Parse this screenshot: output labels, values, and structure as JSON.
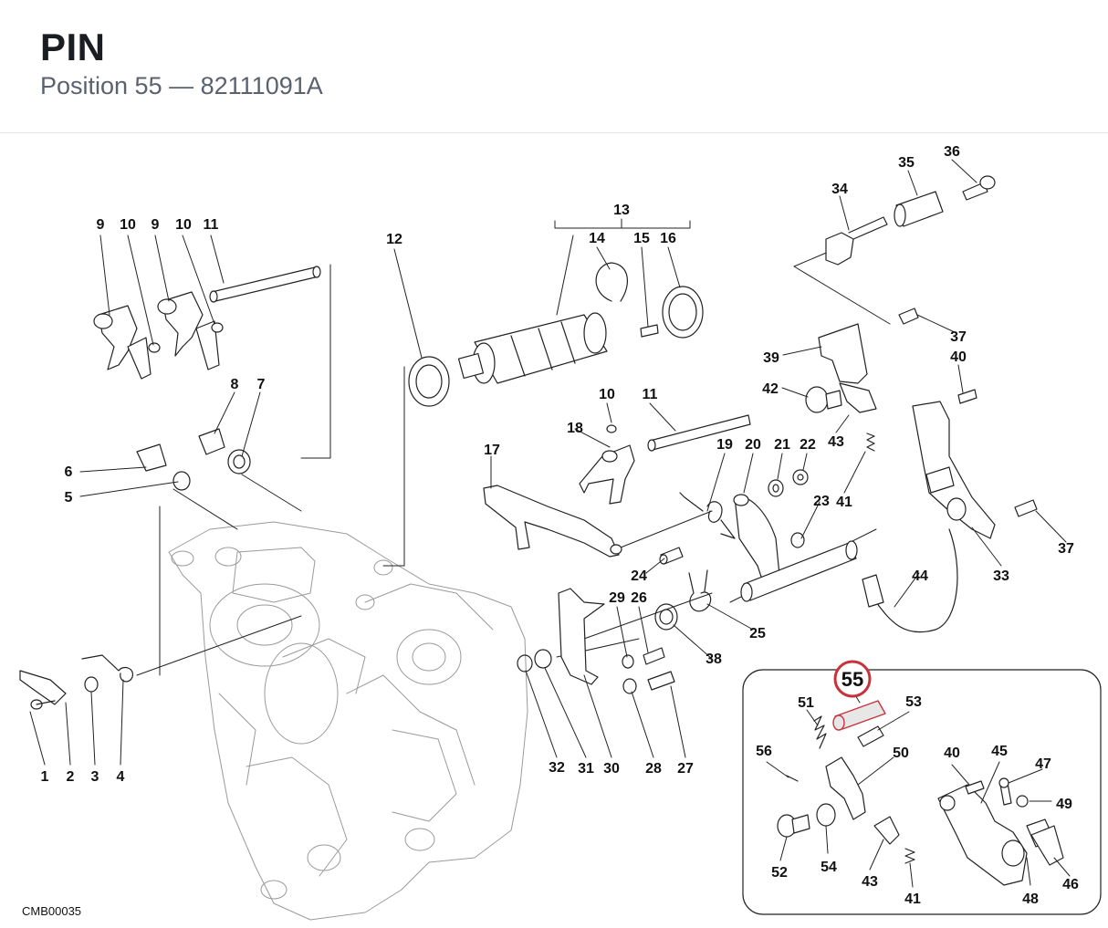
{
  "header": {
    "part_name": "PIN",
    "position_label": "Position 55",
    "separator": "—",
    "part_number": "82111091A"
  },
  "diagram": {
    "drawing_code": "CMB00035",
    "highlight_color": "#c8323c",
    "highlighted_position": "55",
    "callouts": {
      "c1": "1",
      "c2": "2",
      "c3": "3",
      "c4": "4",
      "c5": "5",
      "c6": "6",
      "c7": "7",
      "c8": "8",
      "c9a": "9",
      "c10a": "10",
      "c9b": "9",
      "c10b": "10",
      "c11a": "11",
      "c12": "12",
      "c13": "13",
      "c14": "14",
      "c15": "15",
      "c16": "16",
      "c17": "17",
      "c18": "18",
      "c10c": "10",
      "c11b": "11",
      "c19": "19",
      "c20": "20",
      "c21": "21",
      "c22": "22",
      "c23": "23",
      "c24": "24",
      "c25": "25",
      "c26": "26",
      "c27": "27",
      "c28": "28",
      "c29": "29",
      "c30": "30",
      "c31": "31",
      "c32": "32",
      "c33": "33",
      "c34": "34",
      "c35": "35",
      "c36": "36",
      "c37a": "37",
      "c37b": "37",
      "c38": "38",
      "c39": "39",
      "c40a": "40",
      "c41a": "41",
      "c42": "42",
      "c43a": "43",
      "c44": "44",
      "c40b": "40",
      "c41b": "41",
      "c43b": "43",
      "c45": "45",
      "c46": "46",
      "c47": "47",
      "c48": "48",
      "c49": "49",
      "c50": "50",
      "c51": "51",
      "c52": "52",
      "c53": "53",
      "c54": "54",
      "c56": "56"
    }
  }
}
